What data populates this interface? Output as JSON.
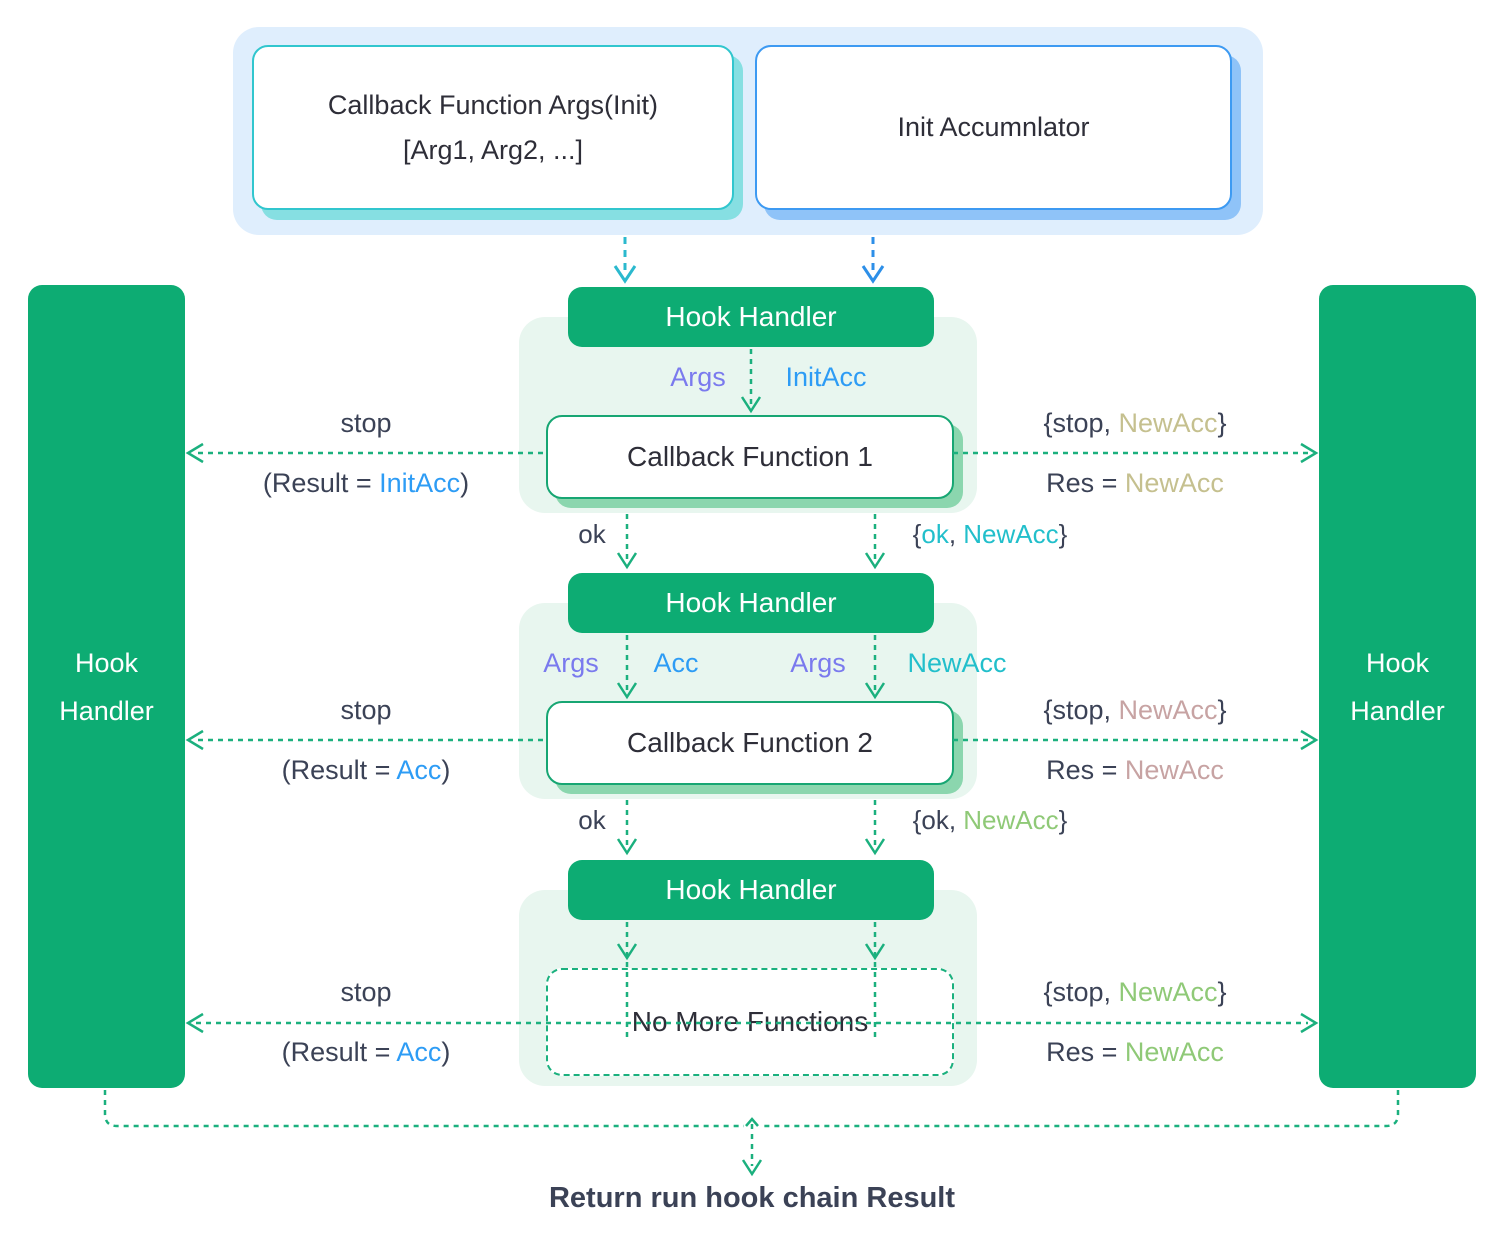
{
  "palette": {
    "green_fill": "#0DAC73",
    "green_line": "#1BB07E",
    "green_container": "#E8F6EF",
    "green_shadow": "#8BD6AE",
    "blue_container": "#DFEEFD",
    "teal_border": "#31C6CE",
    "teal_shadow": "#86DFE2",
    "blue_border": "#3D9AF2",
    "blue_shadow": "#8FC3F8",
    "teal_arrow": "#2BB9CE",
    "blue_arrow": "#2D8FE8",
    "text_dark": "#3B4256",
    "args_purple": "#7A7AEE",
    "acc_blue": "#2D9CF5",
    "acc_cyan": "#22BFCB",
    "newacc_khaki": "#C5C08F",
    "newacc_mauve": "#C7A3A3",
    "newacc_light_green": "#8FC977"
  },
  "top": {
    "args_box": {
      "line1": "Callback Function Args(Init)",
      "line2": "[Arg1, Arg2, ...]"
    },
    "init_box": {
      "label": "Init Accumnlator"
    }
  },
  "left_bar": {
    "line1": "Hook",
    "line2": "Handler"
  },
  "right_bar": {
    "line1": "Hook",
    "line2": "Handler"
  },
  "rows": [
    {
      "hook_label": "Hook Handler",
      "inputs": {
        "args": "Args",
        "acc": "InitAcc"
      },
      "callback_label": "Callback Function 1",
      "left_exit": {
        "stop": "stop",
        "pre": "(Result = ",
        "value": "InitAcc",
        "post": ")"
      },
      "right_exit": {
        "tpre": "{stop, ",
        "tvalue": "NewAcc",
        "tpost": "}",
        "rpre": "Res = ",
        "rvalue": "NewAcc"
      }
    },
    {
      "hook_label": "Hook Handler",
      "inputs": {
        "args1": "Args",
        "acc1": "Acc",
        "args2": "Args",
        "acc2": "NewAcc"
      },
      "callback_label": "Callback Function 2",
      "left_exit": {
        "stop": "stop",
        "pre": "(Result = ",
        "value": "Acc",
        "post": ")"
      },
      "right_exit": {
        "tpre": "{stop, ",
        "tvalue": "NewAcc",
        "tpost": "}",
        "rpre": "Res = ",
        "rvalue": "NewAcc"
      }
    },
    {
      "hook_label": "Hook Handler",
      "callback_label": "No More Functions",
      "left_exit": {
        "stop": "stop",
        "pre": "(Result = ",
        "value": "Acc",
        "post": ")"
      },
      "right_exit": {
        "tpre": "{stop, ",
        "tvalue": "NewAcc",
        "tpost": "}",
        "rpre": "Res = ",
        "rvalue": "NewAcc"
      }
    }
  ],
  "transitions": [
    {
      "ok": "ok",
      "open": "{",
      "okv": "ok",
      "comma": ", ",
      "value": "NewAcc",
      "close": "}"
    },
    {
      "ok": "ok",
      "open": "{ok, ",
      "value": "NewAcc",
      "close": "}"
    }
  ],
  "footer": {
    "title": "Return run hook chain Result"
  }
}
